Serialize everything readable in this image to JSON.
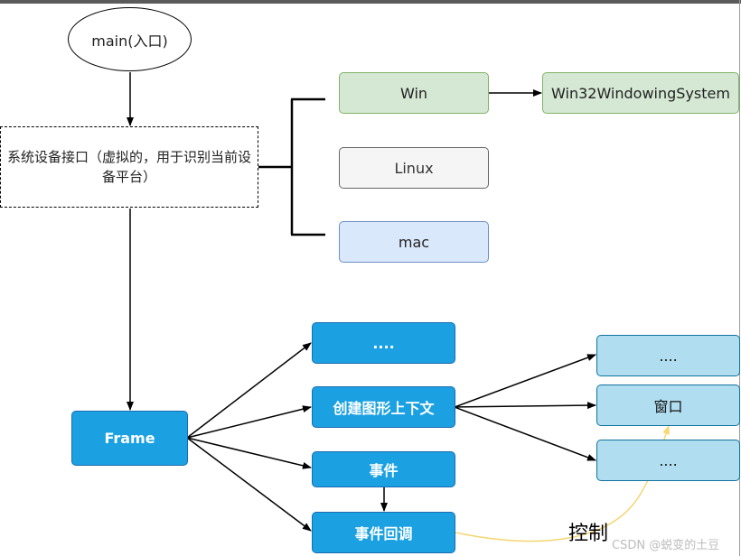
{
  "nodes": {
    "main": "main(入口)",
    "device_interface": "系统设备接口（虚拟的，用于识别当前设备平台）",
    "win": "Win",
    "win32": "Win32WindowingSystem",
    "linux": "Linux",
    "mac": "mac",
    "frame": "Frame",
    "ellipsis_top": "....",
    "create_context": "创建图形上下文",
    "event": "事件",
    "event_callback": "事件回调",
    "ctx_ellipsis_top": "....",
    "window": "窗口",
    "ctx_ellipsis_bottom": "...."
  },
  "edge_labels": {
    "control": "控制"
  },
  "watermark": "CSDN @蜕变的土豆",
  "colors": {
    "green_fill": "#d5e8d4",
    "green_stroke": "#82b366",
    "gray_fill": "#f5f5f5",
    "blue_fill": "#dae8fc",
    "dark_blue_fill": "#1ba1e2",
    "light_blue_fill": "#b1ddf0",
    "curve": "#f5d774"
  }
}
